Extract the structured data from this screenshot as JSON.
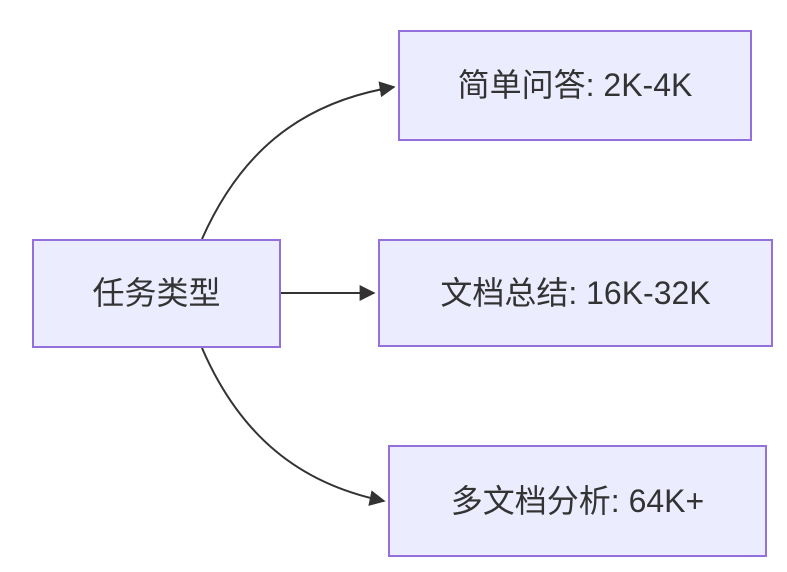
{
  "diagram": {
    "type": "flowchart",
    "direction": "left-to-right",
    "root": {
      "id": "task-type",
      "label": "任务类型"
    },
    "branches": [
      {
        "id": "simple-qa",
        "label": "简单问答: 2K-4K"
      },
      {
        "id": "doc-summary",
        "label": "文档总结: 16K-32K"
      },
      {
        "id": "multi-doc-analysis",
        "label": "多文档分析: 64K+"
      }
    ],
    "edges": [
      {
        "from": "task-type",
        "to": "simple-qa"
      },
      {
        "from": "task-type",
        "to": "doc-summary"
      },
      {
        "from": "task-type",
        "to": "multi-doc-analysis"
      }
    ],
    "colors": {
      "node_fill": "#ECECFF",
      "node_border": "#9370DB",
      "text": "#333333",
      "edge": "#333333"
    }
  }
}
